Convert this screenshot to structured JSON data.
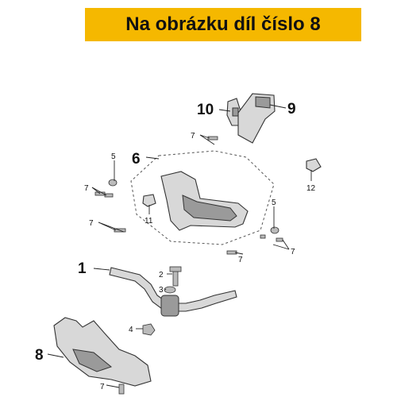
{
  "banner": {
    "text": "Na obrázku díl číslo 8"
  },
  "colors": {
    "banner_bg": "#f5b800",
    "banner_text": "#111111"
  },
  "callouts": {
    "c1": "1",
    "c2": "2",
    "c3": "3",
    "c4": "4",
    "c5a": "5",
    "c5b": "5",
    "c6": "6",
    "c7a": "7",
    "c7b": "7",
    "c7c": "7",
    "c7d": "7",
    "c7e": "7",
    "c7f": "7",
    "c8": "8",
    "c9": "9",
    "c10": "10",
    "c11": "11",
    "c12": "12"
  }
}
